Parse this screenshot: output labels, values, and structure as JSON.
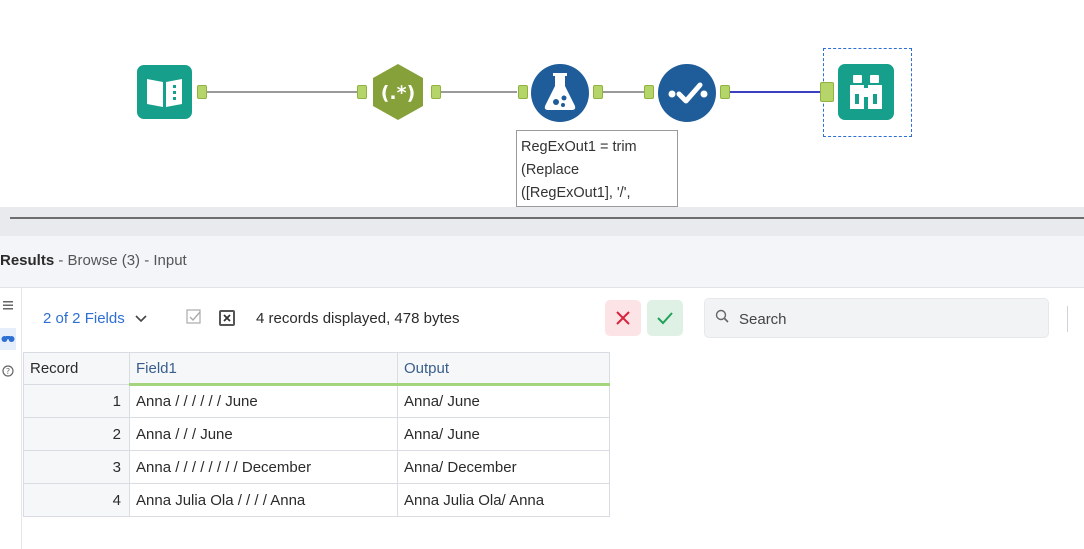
{
  "canvas": {
    "annotation_lines": [
      "RegExOut1 = trim",
      "(Replace",
      "([RegExOut1], '/',"
    ],
    "tools": {
      "regex_label": "(.*)"
    }
  },
  "results": {
    "title_bold": "Results",
    "title_rest": " - Browse (3) - Input",
    "fields_selector": "2 of 2 Fields",
    "records_info": "4 records displayed, 478 bytes",
    "search_placeholder": "Search",
    "columns": [
      "Record",
      "Field1",
      "Output"
    ],
    "rows": [
      {
        "record": "1",
        "field1": "Anna / / / / / / June",
        "output": "Anna/ June"
      },
      {
        "record": "2",
        "field1": "Anna / / / June",
        "output": "Anna/ June"
      },
      {
        "record": "3",
        "field1": "Anna / / / / / / / / December",
        "output": "Anna/ December"
      },
      {
        "record": "4",
        "field1": "Anna Julia Ola / / / / Anna",
        "output": "Anna Julia Ola/ Anna"
      }
    ]
  },
  "colors": {
    "accent_teal": "#16a08b",
    "formula_blue": "#1f5c9a",
    "regex_olive": "#86a03a",
    "anchor_green": "#b5d56a",
    "active_connection": "#3c3fbf",
    "link_blue": "#2d6fd3",
    "cancel_red": "#d9233b",
    "apply_green": "#21a15a"
  },
  "icons": {
    "input": "book-icon",
    "regex": "regex-hexagon-icon",
    "formula": "flask-icon",
    "select": "checkmark-dots-icon",
    "browse": "binoculars-icon",
    "list": "list-icon",
    "browse_rail": "binoculars-icon",
    "help": "help-icon",
    "search": "search-icon"
  }
}
